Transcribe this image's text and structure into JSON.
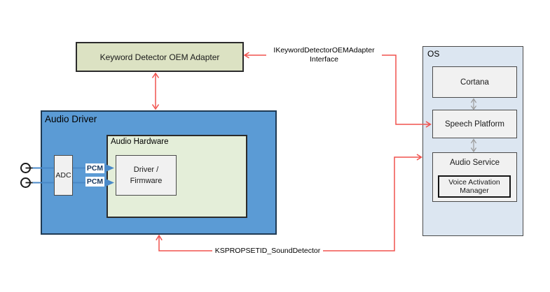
{
  "diagram": {
    "keyword_adapter": {
      "label": "Keyword Detector OEM Adapter"
    },
    "audio_driver": {
      "label": "Audio Driver",
      "adc": {
        "label": "ADC"
      },
      "pcm_labels": [
        "PCM",
        "PCM"
      ],
      "audio_hardware": {
        "label": "Audio Hardware",
        "driver_firmware": {
          "line1": "Driver /",
          "line2": "Firmware"
        }
      }
    },
    "os": {
      "label": "OS",
      "cortana": {
        "label": "Cortana"
      },
      "speech_platform": {
        "label": "Speech Platform"
      },
      "audio_service": {
        "label": "Audio Service",
        "voice_activation_manager": {
          "line1": "Voice Activation",
          "line2": "Manager"
        }
      }
    },
    "connectors": {
      "ikeyword_interface": {
        "line1": "IKeywordDetectorOEMAdapter",
        "line2": "Interface"
      },
      "ksprop": {
        "label": "KSPROPSETID_SoundDetector"
      }
    },
    "colors": {
      "keyword_box_fill": "#dce2c3",
      "audio_driver_fill": "#5b9bd5",
      "audio_hardware_fill": "#e4eed9",
      "os_fill": "#dce6f1",
      "inner_box_fill": "#f1f1f1",
      "red_connector": "#f0524d",
      "gray_connector": "#9b9b9b",
      "blue_connector": "#4a89c8",
      "pcm_text": "#17375e"
    }
  }
}
